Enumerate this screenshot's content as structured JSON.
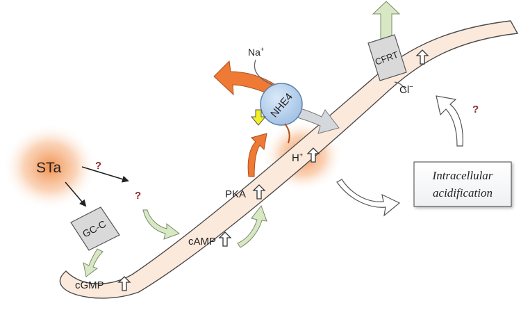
{
  "labels": {
    "sta": "STa",
    "gcc": "GC-C",
    "cgmp": "cGMP",
    "camp": "cAMP",
    "pka": "PKA",
    "nhe4": "NHE4",
    "na": "Na",
    "na_sup": "+",
    "h": "H",
    "h_sup": "+",
    "cfrt": "CFRT",
    "cl": "Cl",
    "cl_sup": "−",
    "intracellular_line1": "Intracellular",
    "intracellular_line2": "acidification"
  },
  "question_marks": {
    "sta_arrow": "?",
    "membrane": "?",
    "cfrt_path": "?"
  },
  "colors": {
    "membrane_fill": "#fbe9dc",
    "membrane_stroke": "#4a4a4a",
    "glow": "#f4a068",
    "nhe4_fill": "#b9d3ee",
    "transporter_fill": "#d9d9d9",
    "orange_arrow": "#ee7a35",
    "green_arrow": "#d9e8c4",
    "grey_arrow": "#d4d8dc",
    "yellow_arrow": "#f3f024",
    "question": "#8b2a2a"
  },
  "icons": {
    "up_arrow": "up-arrow-icon",
    "down_arrow": "down-arrow-icon"
  }
}
